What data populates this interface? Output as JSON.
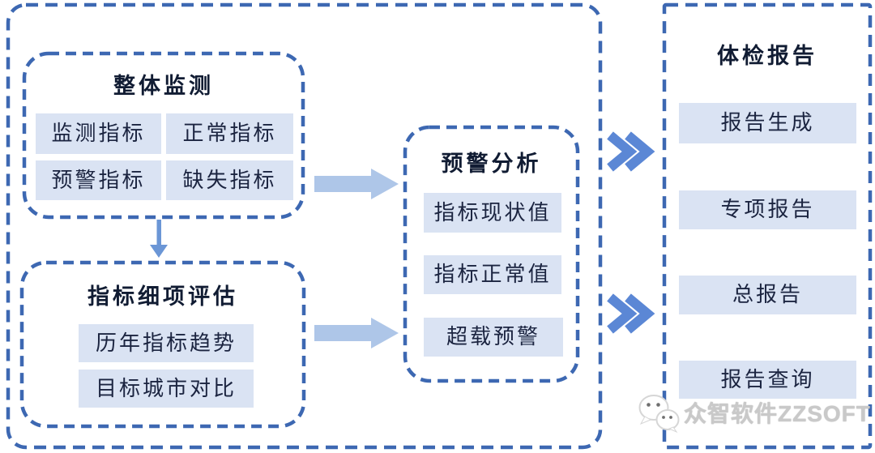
{
  "diagram": {
    "groups": {
      "monitoring": {
        "title": "整体监测",
        "items": [
          "监测指标",
          "正常指标",
          "预警指标",
          "缺失指标"
        ]
      },
      "detail_eval": {
        "title": "指标细项评估",
        "items": [
          "历年指标趋势",
          "目标城市对比"
        ]
      },
      "warning_analysis": {
        "title": "预警分析",
        "items": [
          "指标现状值",
          "指标正常值",
          "超载预警"
        ]
      },
      "report": {
        "title": "体检报告",
        "items": [
          "报告生成",
          "专项报告",
          "总报告",
          "报告查询"
        ]
      }
    },
    "connectors": {
      "down_arrow": "from 整体监测 to 指标细项评估",
      "flow_arrow_1": "from 整体监测 to 预警分析",
      "flow_arrow_2": "from 指标细项评估 to 预警分析",
      "chevron_1": "from 预警分析 to 体检报告 (upper)",
      "chevron_2": "from 预警分析 to 体检报告 (lower)"
    },
    "colors": {
      "dash_border": "#3D68B2",
      "box_fill": "#DAE3F3",
      "box_text": "#1B2440",
      "title_text": "#111C33",
      "flow_arrow_fill": "#AEC6E8",
      "down_arrow": "#6B96D6",
      "chevron": "#5B87D5",
      "watermark_text_color": "#C9C9C9"
    },
    "icons": {
      "watermark_icon": "wechat-icon"
    },
    "watermark": {
      "text": "众智软件ZZSOFT"
    }
  }
}
